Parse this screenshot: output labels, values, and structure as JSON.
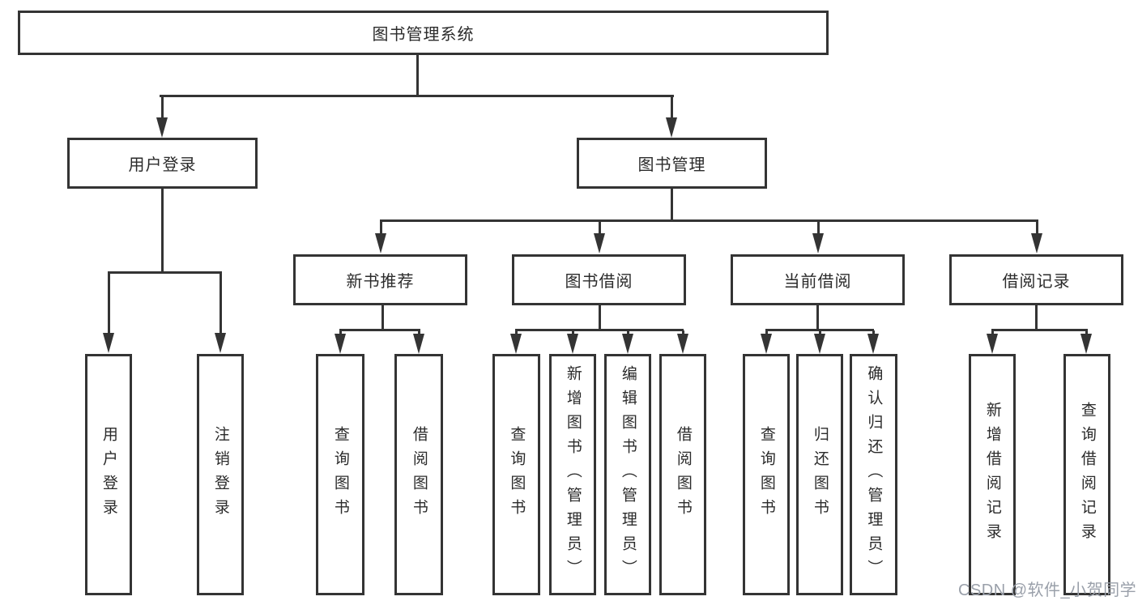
{
  "nodes": {
    "root": {
      "label": "图书管理系统"
    },
    "level2": [
      {
        "label": "用户登录"
      },
      {
        "label": "图书管理"
      }
    ],
    "level3": [
      {
        "label": "新书推荐"
      },
      {
        "label": "图书借阅"
      },
      {
        "label": "当前借阅"
      },
      {
        "label": "借阅记录"
      }
    ],
    "leaves_login": [
      {
        "label": "用户登录"
      },
      {
        "label": "注销登录"
      }
    ],
    "leaves_recommend": [
      {
        "label": "查询图书"
      },
      {
        "label": "借阅图书"
      }
    ],
    "leaves_borrow": [
      {
        "label": "查询图书"
      },
      {
        "label": "新增图书（管理员）"
      },
      {
        "label": "编辑图书（管理员）"
      },
      {
        "label": "借阅图书"
      }
    ],
    "leaves_current": [
      {
        "label": "查询图书"
      },
      {
        "label": "归还图书"
      },
      {
        "label": "确认归还（管理员）"
      }
    ],
    "leaves_records": [
      {
        "label": "新增借阅记录"
      },
      {
        "label": "查询借阅记录"
      }
    ]
  },
  "colors": {
    "line": "#343434",
    "text": "#2b2b2b",
    "background": "#ffffff",
    "watermark": "#9aa0aa"
  },
  "watermark": {
    "text": "CSDN @软件_小贺同学"
  }
}
